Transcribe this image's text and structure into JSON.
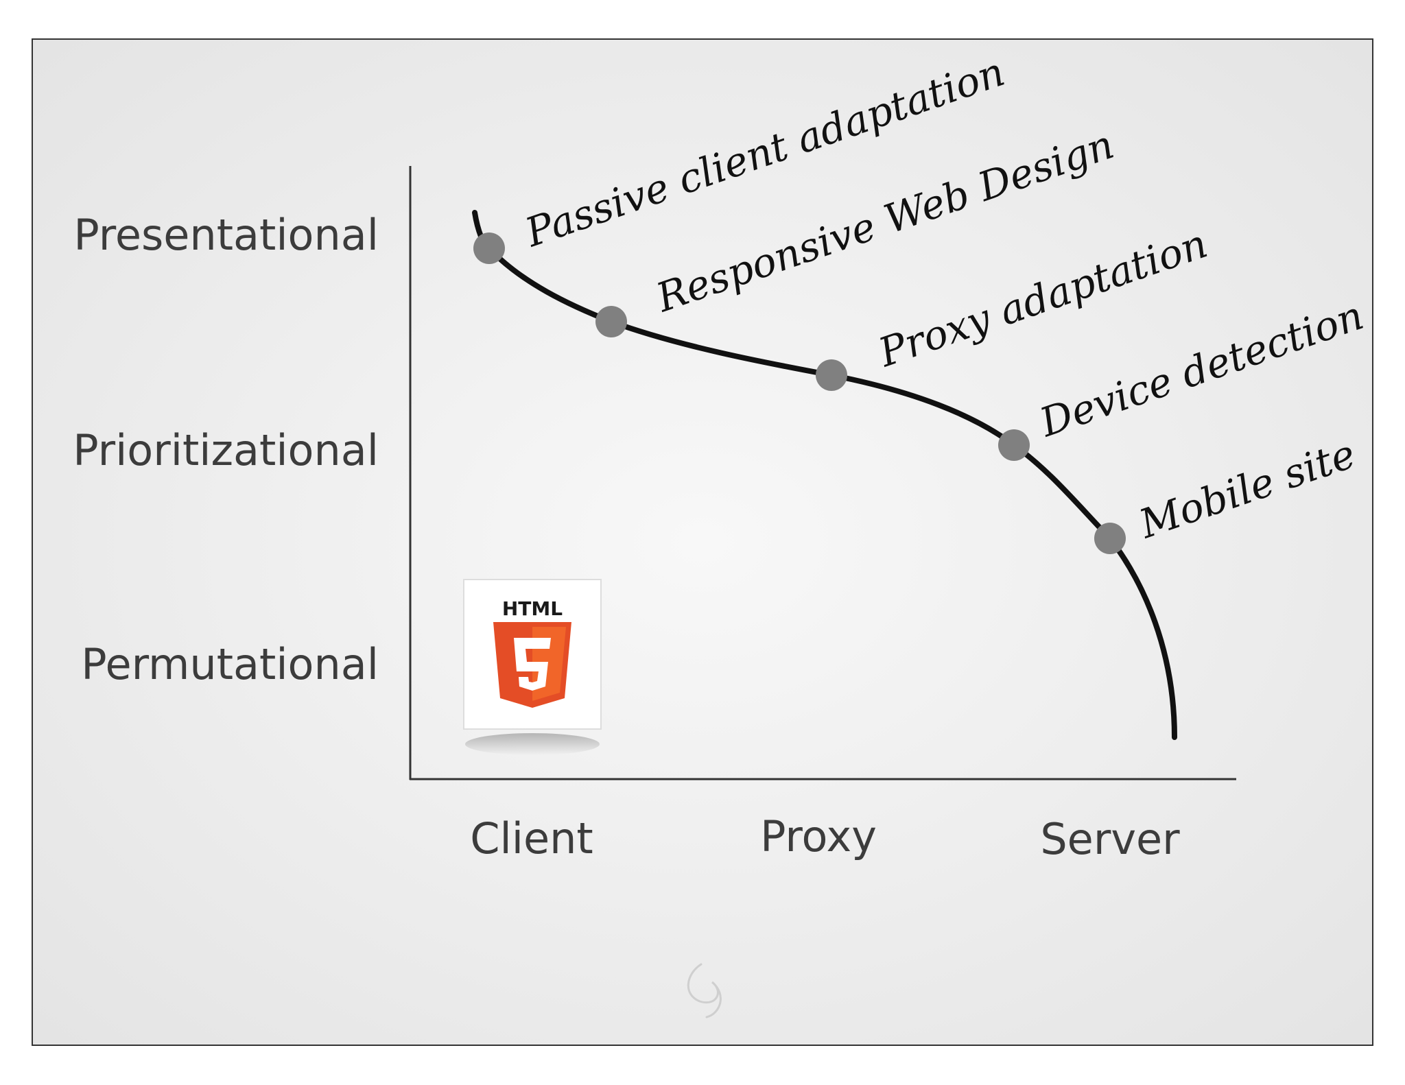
{
  "y_axis": {
    "levels": [
      "Presentational",
      "Prioritizational",
      "Permutational"
    ]
  },
  "x_axis": {
    "levels": [
      "Client",
      "Proxy",
      "Server"
    ]
  },
  "curve_points": [
    {
      "label": "Passive client adaptation"
    },
    {
      "label": "Responsive Web Design"
    },
    {
      "label": "Proxy adaptation"
    },
    {
      "label": "Device detection"
    },
    {
      "label": "Mobile site"
    }
  ],
  "logo": {
    "text": "HTML",
    "icon": "html5-logo-icon",
    "colors": {
      "shield": "#e44d26",
      "shield_light": "#f16529",
      "glyph": "#ffffff"
    }
  },
  "watermark": {
    "icon": "swirl-watermark-icon"
  },
  "colors": {
    "background": "#f0f0f0",
    "frame": "#333333",
    "curve": "#111111",
    "point": "#808080",
    "axis": "#333333"
  }
}
